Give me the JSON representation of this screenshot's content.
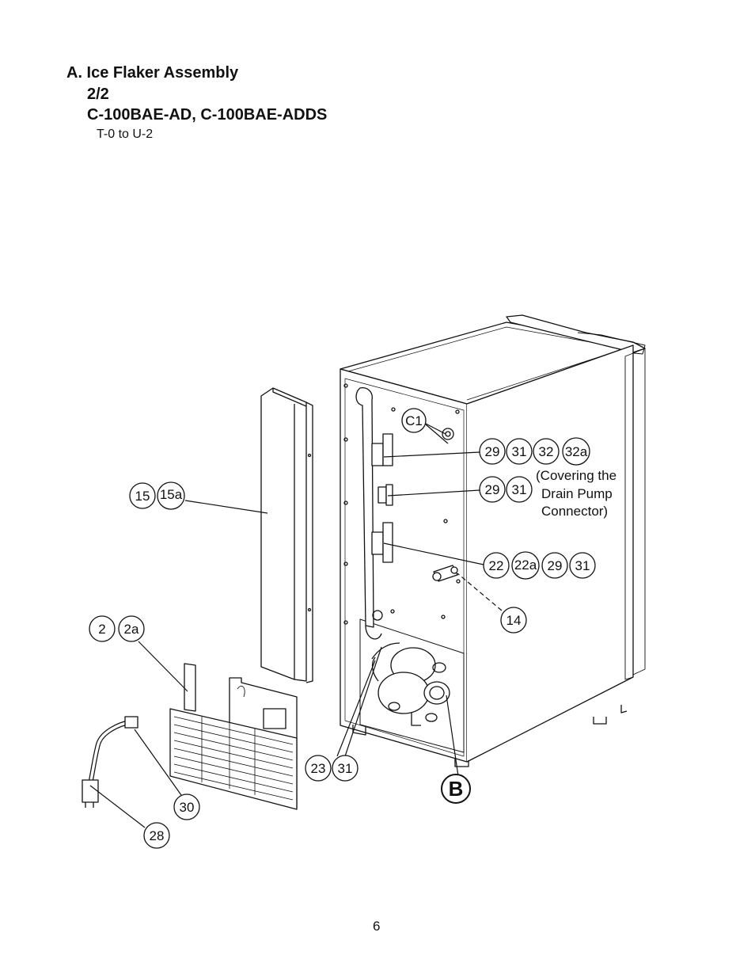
{
  "header": {
    "section_title": "A. Ice Flaker Assembly",
    "page_part": "2/2",
    "models": "C-100BAE-AD, C-100BAE-ADDS",
    "serial_range": "T-0 to U-2"
  },
  "callouts": {
    "c1": "C1",
    "switch_upper": [
      "29",
      "31",
      "32",
      "32a"
    ],
    "switch_middle": [
      "29",
      "31"
    ],
    "switch_middle_note": [
      "(Covering the",
      "Drain Pump",
      "Connector)"
    ],
    "switch_lower": [
      "22",
      "22a",
      "29",
      "31"
    ],
    "fitting": "14",
    "side_panel": [
      "15",
      "15a"
    ],
    "bracket": [
      "2",
      "2a"
    ],
    "compressor_parts": [
      "23",
      "31"
    ],
    "cord_clip": "30",
    "power_cord": "28",
    "detail_ref": "B"
  },
  "footer": {
    "page_number": "6"
  }
}
